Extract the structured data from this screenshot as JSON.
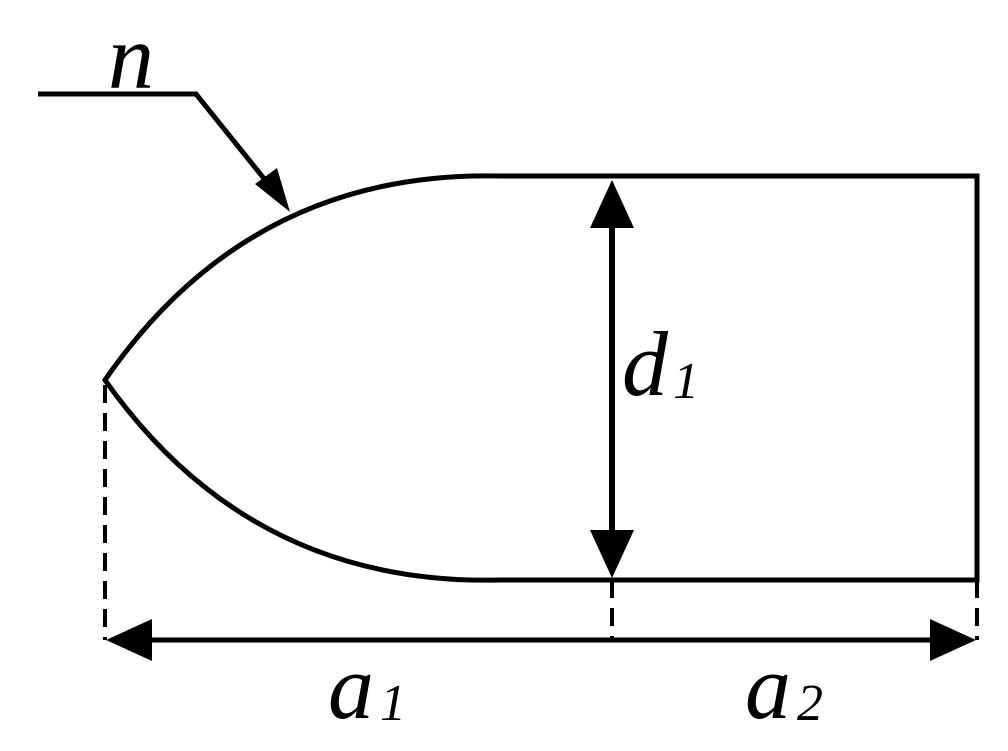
{
  "diagram": {
    "labels": {
      "n": "n",
      "d": "d",
      "d_sub": "1",
      "a1": "a",
      "a1_sub": "1",
      "a2": "a",
      "a2_sub": "2"
    },
    "colors": {
      "stroke": "#000000",
      "background": "#ffffff"
    }
  }
}
